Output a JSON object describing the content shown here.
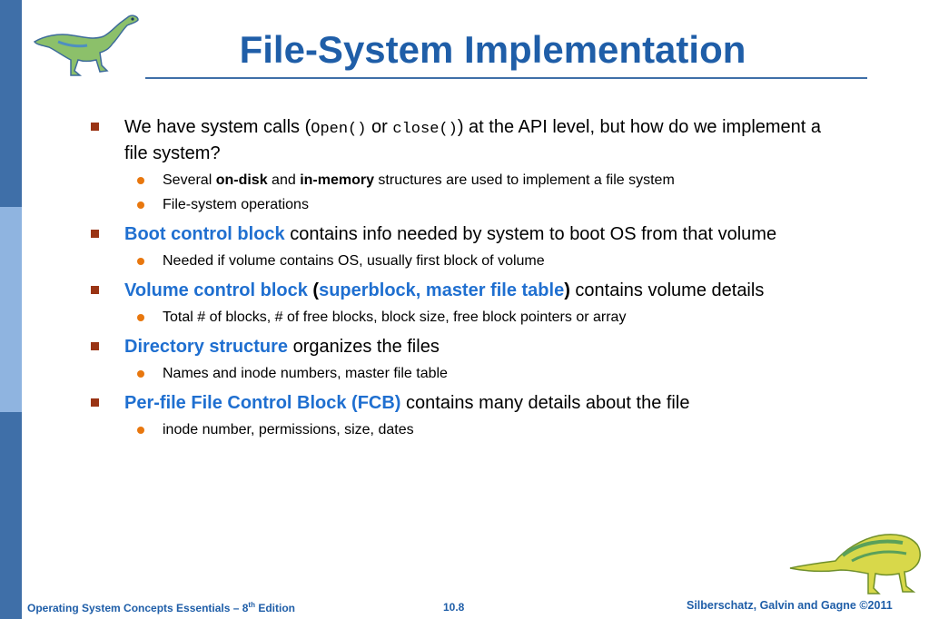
{
  "title": "File-System Implementation",
  "bullets": [
    {
      "parts": [
        "We have system calls (",
        "Open()",
        "or",
        "close()",
        ") at the API level, but how do we implement a file system?"
      ],
      "subs": [
        {
          "parts": [
            "Several ",
            "on-disk",
            " and ",
            "in-memory",
            " structures are used to implement a file system"
          ]
        },
        {
          "text": "File-system operations"
        }
      ]
    },
    {
      "term": "Boot control block",
      "rest": " contains info needed by system to boot OS from that volume",
      "subs": [
        {
          "text": "Needed if volume contains OS, usually first block of volume"
        }
      ]
    },
    {
      "term": "Volume control block",
      "paren_open": " (",
      "term2": "superblock, master file table",
      "paren_close": ")",
      "rest": " contains volume details",
      "subs": [
        {
          "text": "Total # of blocks, # of free blocks, block size, free block pointers or array"
        }
      ]
    },
    {
      "term": "Directory structure",
      "rest": " organizes the files",
      "subs": [
        {
          "text": "Names and inode numbers, master file table"
        }
      ]
    },
    {
      "term": "Per-file File Control Block (FCB)",
      "rest": " contains many details about the file",
      "subs": [
        {
          "text": "inode number, permissions, size, dates"
        }
      ]
    }
  ],
  "footer": {
    "left_main": "Operating System Concepts Essentials  – 8",
    "left_sup": "th",
    "left_end": " Edition",
    "page": "10.8",
    "right": "Silberschatz, Galvin and Gagne ©2011"
  },
  "colors": {
    "title": "#1f5ea8",
    "highlight": "#1f6fd0",
    "bullet_square": "#9a3414",
    "bullet_dot": "#e8770e",
    "sidebar": "#3f6fa8"
  },
  "icons": [
    "dinosaur-top-icon",
    "dinosaur-bottom-icon"
  ]
}
